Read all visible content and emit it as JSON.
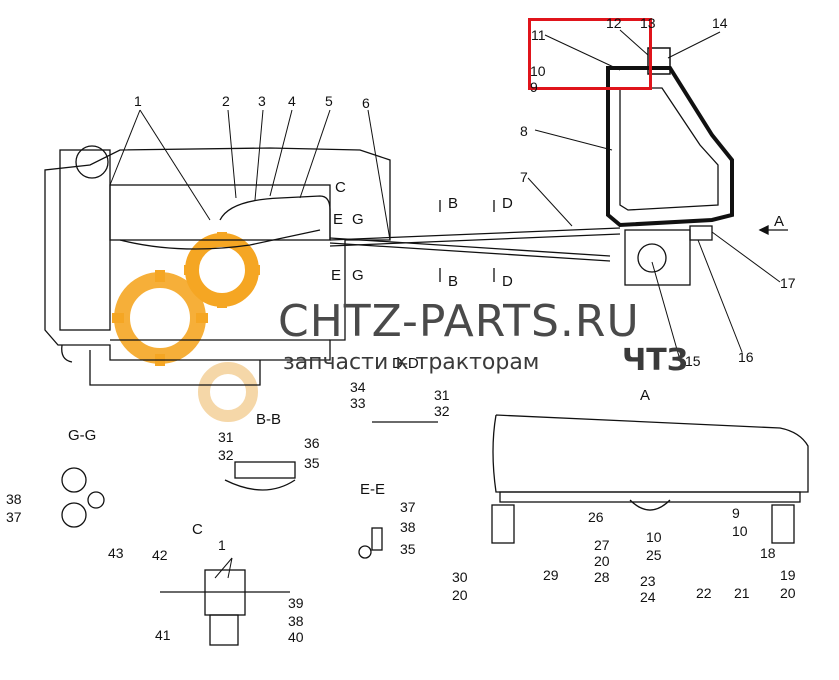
{
  "callouts": {
    "n1": "1",
    "n2": "2",
    "n3": "3",
    "n4": "4",
    "n5": "5",
    "n6": "6",
    "n7": "7",
    "n8": "8",
    "n9": "9",
    "n10": "10",
    "n11": "11",
    "n12": "12",
    "n13": "13",
    "n14": "14",
    "n15": "15",
    "n16": "16",
    "n17": "17",
    "c_1": "1",
    "c_31": "31",
    "c_32": "32",
    "c_33": "33",
    "c_34": "34",
    "c_35": "35",
    "c_36": "36",
    "c_37": "37",
    "c_38": "38",
    "c_43": "43",
    "c_42": "42",
    "c_41": "41",
    "c_39": "39",
    "c_40": "40",
    "bb_31": "31",
    "bb_32": "32",
    "bb_35": "35",
    "ee_37": "37",
    "ee_38": "38",
    "ee_35": "35",
    "gg_38": "38",
    "gg_37": "37",
    "gg_43": "43",
    "cc_1": "1",
    "cc_42": "42",
    "cc_41": "41",
    "cc_39": "39",
    "cc_38": "38",
    "cc_40": "40",
    "dd_34": "34",
    "dd_33": "33",
    "dd_31": "31",
    "dd_32": "32",
    "a_26": "26",
    "a_27": "27",
    "a_20": "20",
    "a_28": "28",
    "a_29": "29",
    "a_30": "30",
    "a_20b": "20",
    "a_10": "10",
    "a_25": "25",
    "a_23": "23",
    "a_24": "24",
    "a_22": "22",
    "a_21": "21",
    "a_9": "9",
    "a_10b": "10",
    "a_18": "18",
    "a_19": "19",
    "a_20c": "20",
    "top_10": "10",
    "top_9": "9"
  },
  "sections": {
    "arrow_a": "A",
    "c_top": "C",
    "e_top": "E",
    "g_top": "G",
    "e_bot": "E",
    "g_bot": "G",
    "b_top": "B",
    "b_bot": "B",
    "d_top": "D",
    "d_bot": "D",
    "dd": "D-D",
    "a_view": "A",
    "gg": "G-G",
    "bb": "B-B",
    "ee": "E-E",
    "cc": "C"
  },
  "watermark": {
    "line1": "CHTZ-PARTS.RU",
    "line2": "запчасти к тракторам",
    "brand": "ЧТЗ"
  },
  "colors": {
    "highlight": "#e0141b",
    "gear": "#f5a623",
    "gear_light": "#f8e6c8"
  }
}
